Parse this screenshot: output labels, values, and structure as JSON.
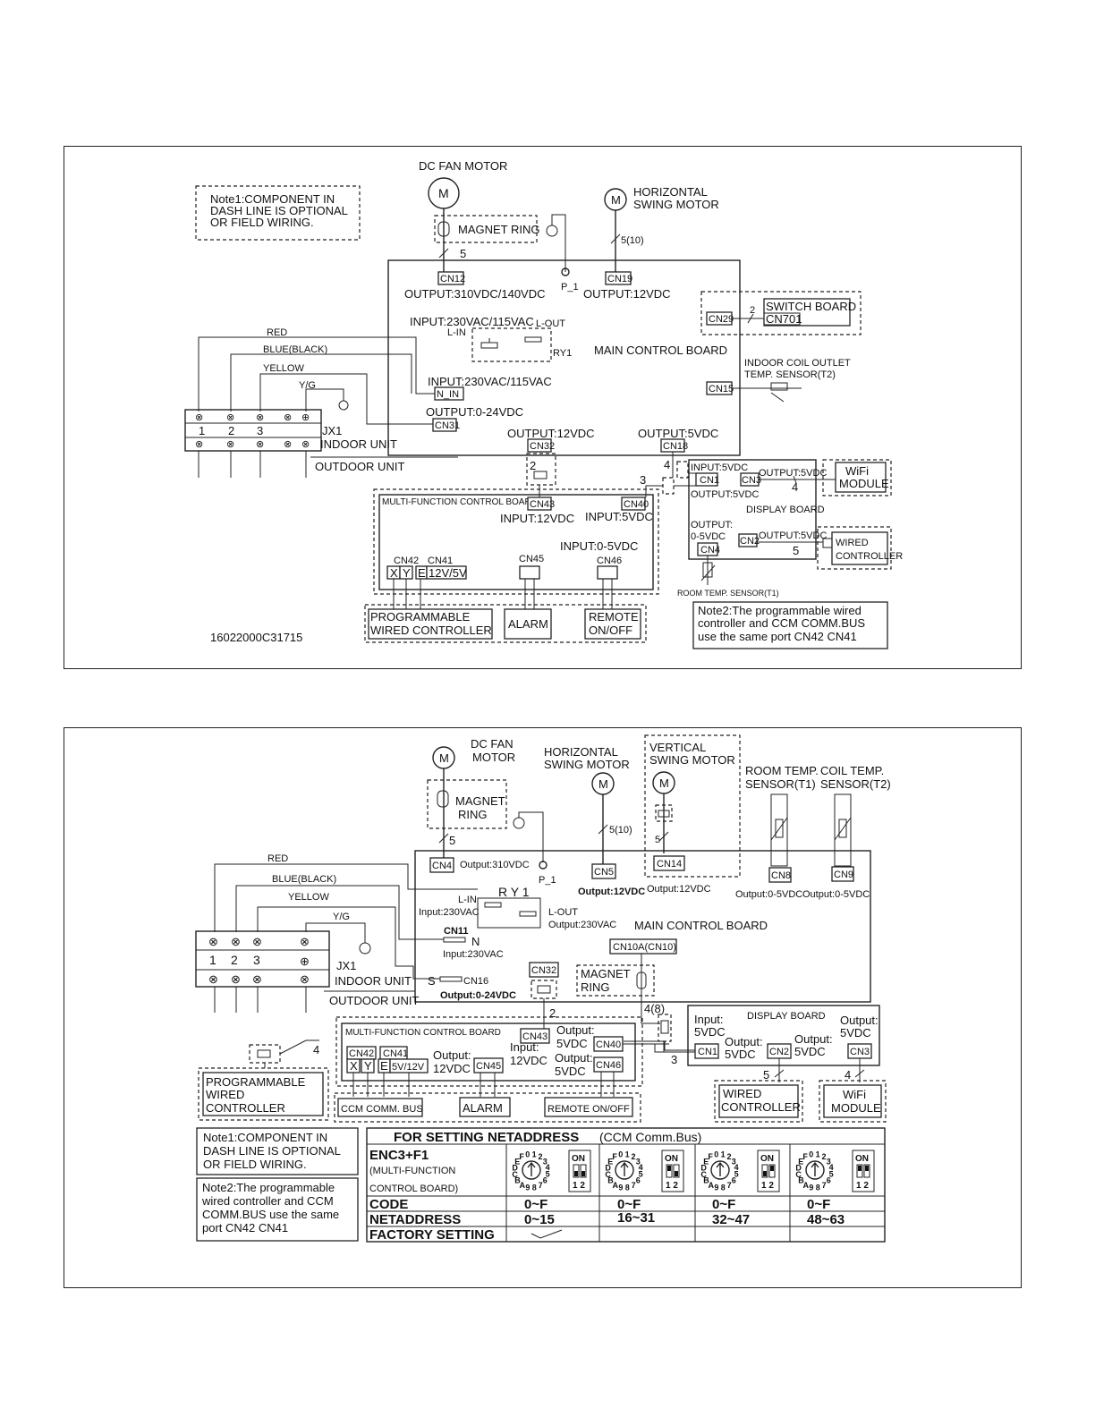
{
  "diagram1": {
    "dc_fan_motor": "DC  FAN MOTOR",
    "motor_symbol": "M",
    "horizontal_swing_motor": [
      "HORIZONTAL",
      "SWING MOTOR"
    ],
    "note1": [
      "Note1:COMPONENT   IN",
      "DASH LINE IS OPTIONAL",
      "OR FIELD WIRING."
    ],
    "magnet_ring": "MAGNET RING",
    "wire_count_fan": "5",
    "wire_count_swing": "5(10)",
    "cn12": "CN12",
    "p1": "P_1",
    "cn19": "CN19",
    "output_310": "OUTPUT:310VDC/140VDC",
    "output_12_top": "OUTPUT:12VDC",
    "cn29": "CN29",
    "wire_count_switch": "2",
    "switch_board": "SWITCH BOARD",
    "cn701": "CN701",
    "input_230": "INPUT:230VAC/115VAC",
    "l_out": "L-OUT",
    "l_in": "L-IN",
    "ry1": "RY1",
    "main_control_board": "MAIN CONTROL BOARD",
    "red": "RED",
    "blue_black": "BLUE(BLACK)",
    "yellow": "YELLOW",
    "yg": "Y/G",
    "indoor_coil_sensor": [
      "INDOOR COIL OUTLET",
      "TEMP. SENSOR(T2)"
    ],
    "cn15": "CN15",
    "input_230_n": "INPUT:230VAC/115VAC",
    "n_in": "N_IN",
    "output_0_24": "OUTPUT:0-24VDC",
    "cn31": "CN31",
    "terminals": [
      "1",
      "2",
      "3"
    ],
    "jx1": "JX1",
    "indoor_unit": "INDOOR UNIT",
    "outdoor_unit": "OUTDOOR UNIT",
    "output_12_cn32": "OUTPUT:12VDC",
    "cn32": "CN32",
    "output_5_cn18": "OUTPUT:5VDC",
    "cn18": "CN18",
    "wire_2": "2",
    "wire_4": "4",
    "wire_3": "3",
    "display_input": "INPUT:5VDC",
    "cn1": "CN1",
    "display_output5a": "OUTPUT:5VDC",
    "cn3": "CN3",
    "display_output5b": "OUTPUT:5VDC",
    "wire_4b": "4",
    "wifi_module": [
      "WiFi",
      "MODULE"
    ],
    "display_board": "DISPLAY BOARD",
    "display_output_05": [
      "OUTPUT:",
      "0-5VDC"
    ],
    "cn4": "CN4",
    "cn2": "CN2",
    "display_output5c": "OUTPUT:5VDC",
    "wire_5": "5",
    "wired_controller": [
      "WIRED",
      "CONTROLLER"
    ],
    "room_temp_sensor": "ROOM TEMP. SENSOR(T1)",
    "mfcb": "MULTI-FUNCTION CONTROL BOARD",
    "cn43": "CN43",
    "cn40": "CN40",
    "input_12": "INPUT:12VDC",
    "input_5": "INPUT:5VDC",
    "input_05": "INPUT:0-5VDC",
    "cn42": "CN42",
    "cn41": "CN41",
    "cn45": "CN45",
    "cn46": "CN46",
    "xye": [
      "X",
      "Y",
      "E"
    ],
    "v12_5": "12V/5V",
    "programmable_wired": [
      "PROGRAMMABLE",
      "WIRED CONTROLLER"
    ],
    "alarm": "ALARM",
    "remote_onoff": [
      "REMOTE",
      "ON/OFF"
    ],
    "note2": [
      "Note2:The programmable wired",
      "controller and CCM COMM.BUS",
      "use the same port CN42 CN41"
    ],
    "part_number": "16022000C31715"
  },
  "diagram2": {
    "dc_fan_motor": [
      "DC FAN",
      "MOTOR"
    ],
    "motor_symbol": "M",
    "horizontal_swing_motor": [
      "HORIZONTAL",
      "SWING MOTOR"
    ],
    "vertical_swing_motor": [
      "VERTICAL",
      "SWING MOTOR"
    ],
    "room_temp_sensor": [
      "ROOM TEMP.",
      "SENSOR(T1)"
    ],
    "coil_temp_sensor": [
      "COIL TEMP.",
      "SENSOR(T2)"
    ],
    "magnet_ring": [
      "MAGNET",
      "RING"
    ],
    "wire_5_fan": "5",
    "wire_5_10": "5(10)",
    "wire_5_v": "5",
    "cn4": "CN4",
    "output_310": "Output:310VDC",
    "p1": "P_1",
    "cn5": "CN5",
    "output_12_cn5": "Output:12VDC",
    "cn14": "CN14",
    "output_12_cn14": "Output:12VDC",
    "cn8": "CN8",
    "cn9": "CN9",
    "output_05_cn8": "Output:0-5VDC",
    "output_05_cn9": "Output:0-5VDC",
    "red": "RED",
    "blue_black": "BLUE(BLACK)",
    "yellow": "YELLOW",
    "yg": "Y/G",
    "ry1": "R Y 1",
    "l_in": "L-IN",
    "input_230_a": "Input:230VAC",
    "l_out": "L-OUT",
    "output_230": "Output:230VAC",
    "main_control_board": "MAIN  CONTROL  BOARD",
    "cn11": "CN11",
    "n": "N",
    "input_230_b": "Input:230VAC",
    "cn10a": "CN10A(CN10)",
    "terminals": [
      "1",
      "2",
      "3"
    ],
    "jx1": "JX1",
    "indoor_unit": "INDOOR UNIT",
    "outdoor_unit": "OUTDOOR UNIT",
    "s": "S",
    "cn16": "CN16",
    "output_0_24": "Output:0-24VDC",
    "cn32": "CN32",
    "magnet_ring_2": [
      "MAGNET",
      "RING"
    ],
    "wire_2": "2",
    "wire_4_8": "4(8)",
    "wire_3": "3",
    "display_board": "DISPLAY BOARD",
    "display_input": [
      "Input:",
      "5VDC"
    ],
    "display_output_a": [
      "Output:",
      "5VDC"
    ],
    "display_output_b": [
      "Output:",
      "5VDC"
    ],
    "display_output_c": [
      "Output:",
      "5VDC"
    ],
    "cn1": "CN1",
    "cn2": "CN2",
    "cn3": "CN3",
    "wire_5": "5",
    "wire_4": "4",
    "wired_controller": [
      "WIRED",
      "CONTROLLER"
    ],
    "wifi_module": [
      "WiFi",
      "MODULE"
    ],
    "mfcb": "MULTI-FUNCTION CONTROL BOARD",
    "cn43": "CN43",
    "input_12": [
      "Input:",
      "12VDC"
    ],
    "output_5_cn40": [
      "Output:",
      "5VDC"
    ],
    "cn40": "CN40",
    "output_5_cn46": [
      "Output:",
      "5VDC"
    ],
    "cn46": "CN46",
    "cn42": "CN42",
    "cn41": "CN41",
    "xye": [
      "X",
      "Y",
      "E"
    ],
    "v5_12": "5V/12V",
    "output_12_mfcb": [
      "Output:",
      "12VDC"
    ],
    "cn45": "CN45",
    "wire_4_prog": "4",
    "programmable_wired": [
      "PROGRAMMABLE",
      " WIRED",
      "CONTROLLER"
    ],
    "ccm_comm_bus": "CCM COMM. BUS",
    "alarm": "ALARM",
    "remote_onoff": "REMOTE ON/OFF",
    "note1": [
      "Note1:COMPONENT IN",
      "DASH LINE IS OPTIONAL",
      "OR FIELD WIRING."
    ],
    "note2": [
      "Note2:The programmable",
      "wired controller and CCM",
      "COMM.BUS use the same",
      "port CN42 CN41"
    ],
    "table": {
      "title": "FOR SETTING NETADDRESS",
      "title_suffix": "(CCM Comm.Bus)",
      "enc_label": "ENC3+F1",
      "enc_sub": [
        "(MULTI-FUNCTION",
        "CONTROL BOARD)"
      ],
      "dip_on": "ON",
      "dip_12": "1 2",
      "rows": [
        "CODE",
        "NETADDRESS",
        "FACTORY SETTING"
      ],
      "codes": [
        "0~F",
        "0~F",
        "0~F",
        "0~F"
      ],
      "addresses": [
        "0~15",
        "16~31",
        "32~47",
        "48~63"
      ],
      "dial_digits": [
        "0",
        "1",
        "2",
        "3",
        "4",
        "5",
        "6",
        "7",
        "8",
        "9",
        "A",
        "B",
        "C",
        "D",
        "E",
        "F"
      ],
      "factory_setting_column": 0
    }
  }
}
